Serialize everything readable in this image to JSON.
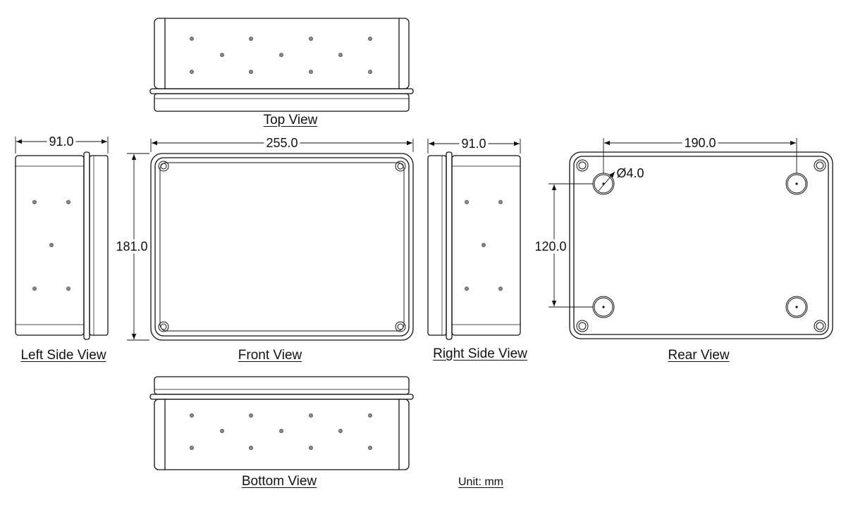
{
  "views": {
    "top": "Top View",
    "left": "Left Side View",
    "front": "Front View",
    "right": "Right Side View",
    "rear": "Rear View",
    "bottom": "Bottom View"
  },
  "dimensions": {
    "length": "255.0",
    "height": "181.0",
    "depth_left": "91.0",
    "depth_right": "91.0",
    "hole_spacing_horizontal": "190.0",
    "hole_spacing_vertical": "120.0",
    "hole_diameter": "Ø4.0"
  },
  "unit": "Unit: mm"
}
